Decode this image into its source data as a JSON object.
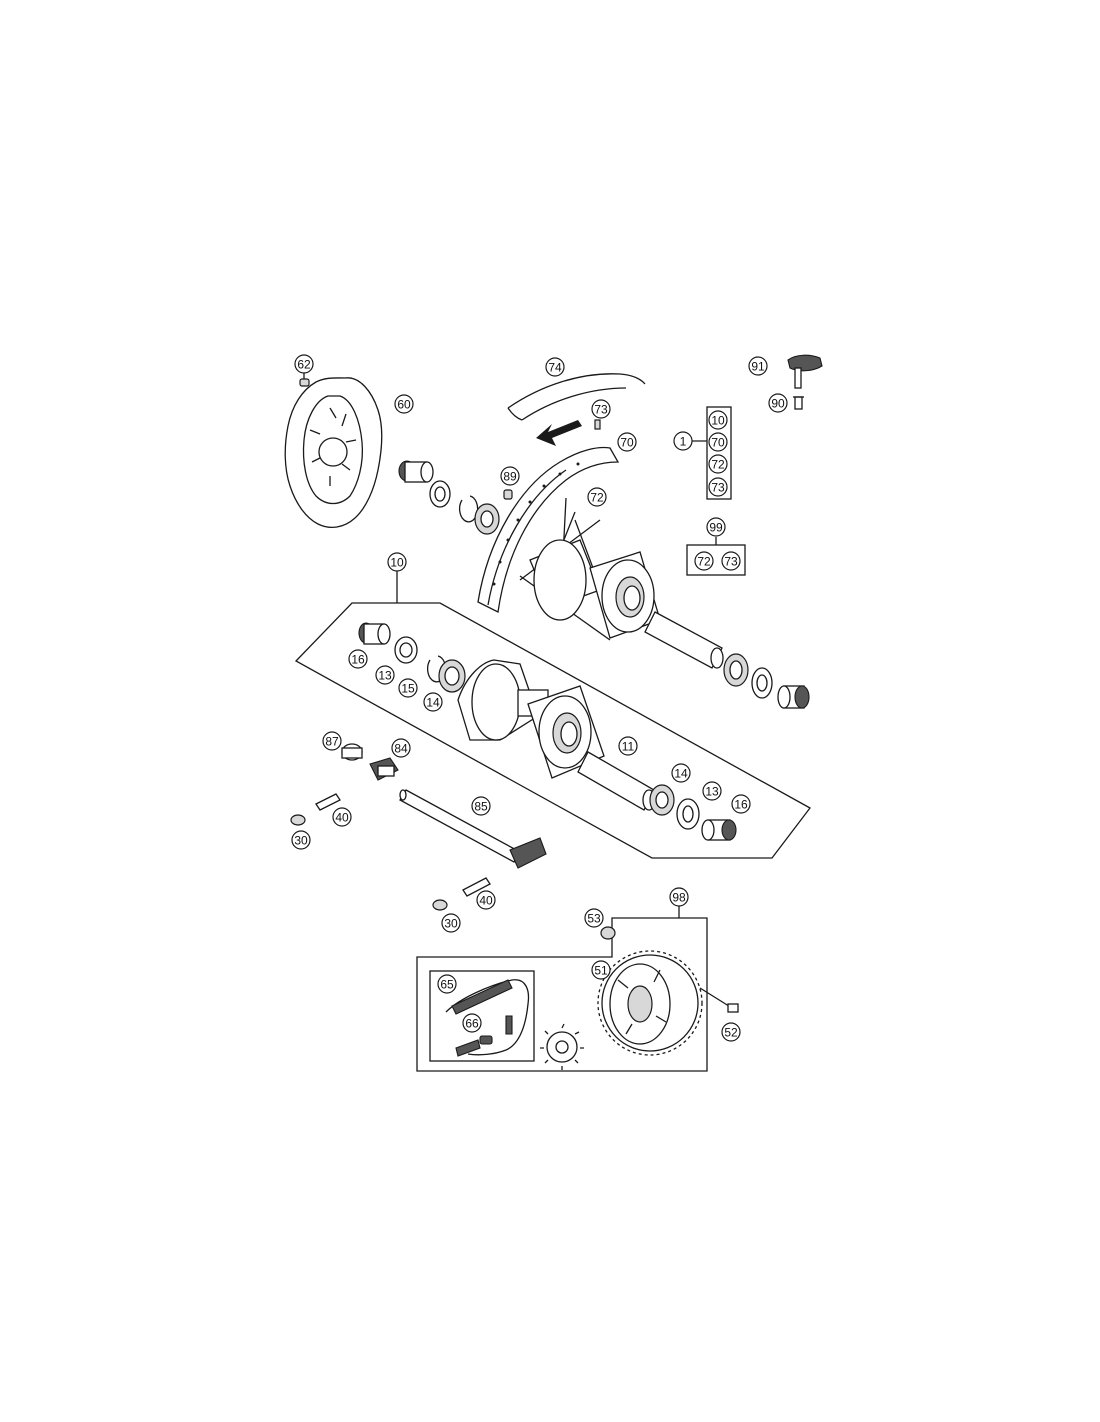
{
  "callouts": [
    {
      "id": "c62",
      "label": "62"
    },
    {
      "id": "c60",
      "label": "60"
    },
    {
      "id": "c74",
      "label": "74"
    },
    {
      "id": "c73",
      "label": "73"
    },
    {
      "id": "c70",
      "label": "70"
    },
    {
      "id": "c89",
      "label": "89"
    },
    {
      "id": "c72",
      "label": "72"
    },
    {
      "id": "c91",
      "label": "91"
    },
    {
      "id": "c90",
      "label": "90"
    },
    {
      "id": "c1",
      "label": "1"
    },
    {
      "id": "k10",
      "label": "10"
    },
    {
      "id": "k70",
      "label": "70"
    },
    {
      "id": "k72",
      "label": "72"
    },
    {
      "id": "k73",
      "label": "73"
    },
    {
      "id": "c99",
      "label": "99"
    },
    {
      "id": "s72",
      "label": "72"
    },
    {
      "id": "s73",
      "label": "73"
    },
    {
      "id": "c10",
      "label": "10"
    },
    {
      "id": "c16a",
      "label": "16"
    },
    {
      "id": "c13a",
      "label": "13"
    },
    {
      "id": "c15",
      "label": "15"
    },
    {
      "id": "c14a",
      "label": "14"
    },
    {
      "id": "c11",
      "label": "11"
    },
    {
      "id": "c14b",
      "label": "14"
    },
    {
      "id": "c13b",
      "label": "13"
    },
    {
      "id": "c16b",
      "label": "16"
    },
    {
      "id": "c87",
      "label": "87"
    },
    {
      "id": "c84",
      "label": "84"
    },
    {
      "id": "c40a",
      "label": "40"
    },
    {
      "id": "c30a",
      "label": "30"
    },
    {
      "id": "c85",
      "label": "85"
    },
    {
      "id": "c40b",
      "label": "40"
    },
    {
      "id": "c30b",
      "label": "30"
    },
    {
      "id": "c98",
      "label": "98"
    },
    {
      "id": "c53",
      "label": "53"
    },
    {
      "id": "c51",
      "label": "51"
    },
    {
      "id": "c65",
      "label": "65"
    },
    {
      "id": "c66",
      "label": "66"
    },
    {
      "id": "c52",
      "label": "52"
    }
  ]
}
